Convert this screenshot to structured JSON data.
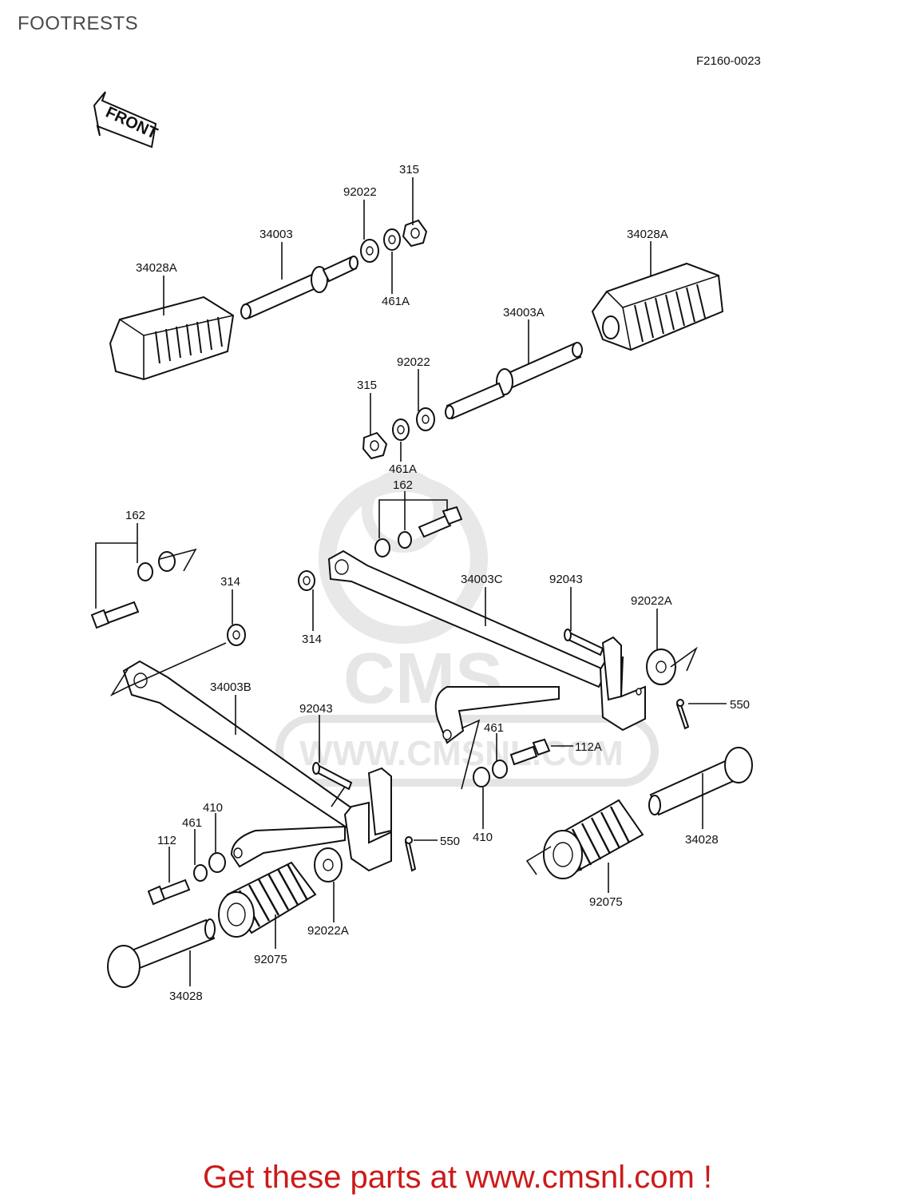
{
  "page": {
    "title": "FOOTRESTS",
    "figure_code": "F2160-0023",
    "footer_text": "Get these parts at www.cmsnl.com !"
  },
  "direction_marker": {
    "text": "FRONT"
  },
  "watermark": {
    "brand": "CMS",
    "url": "WWW.CMSNL.COM"
  },
  "part_labels": {
    "p315_top": "315",
    "p92022_top": "92022",
    "p34003": "34003",
    "p34028A_left": "34028A",
    "p461A_top": "461A",
    "p34028A_right": "34028A",
    "p34003A": "34003A",
    "p92022_mid": "92022",
    "p315_mid": "315",
    "p461A_mid": "461A",
    "p162_mid": "162",
    "p162_left": "162",
    "p314_left": "314",
    "p314_mid": "314",
    "p34003C": "34003C",
    "p92043_right": "92043",
    "p92022A_right": "92022A",
    "p550_right": "550",
    "p34003B": "34003B",
    "p92043_left": "92043",
    "p461_right": "461",
    "p112A": "112A",
    "p410_right": "410",
    "p410_left": "410",
    "p461_left": "461",
    "p112": "112",
    "p550_left": "550",
    "p34028_right": "34028",
    "p92075_right": "92075",
    "p92022A_left": "92022A",
    "p92075_left": "92075",
    "p34028_left": "34028"
  }
}
